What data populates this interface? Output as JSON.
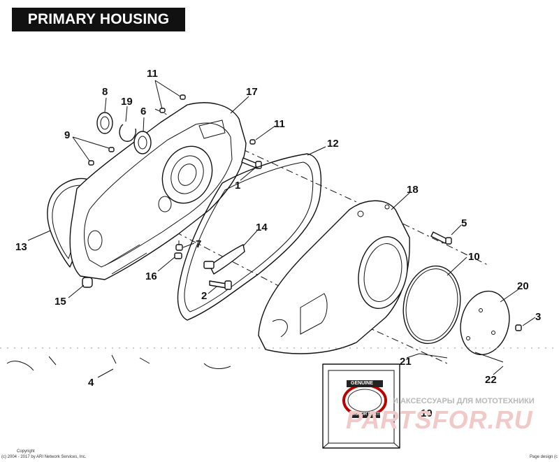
{
  "title": "PRIMARY HOUSING",
  "callouts": {
    "c1": "1",
    "c2": "2",
    "c3": "3",
    "c4": "4",
    "c5": "5",
    "c6": "6",
    "c7": "7",
    "c8": "8",
    "c9": "9",
    "c10a": "10",
    "c10b": "10",
    "c11a": "11",
    "c11b": "11",
    "c12": "12",
    "c13": "13",
    "c14": "14",
    "c15": "15",
    "c16": "16",
    "c17": "17",
    "c18": "18",
    "c19": "19",
    "c20": "20",
    "c21": "21",
    "c22": "22"
  },
  "badge": {
    "top": "GENUINE",
    "bottom": "MOTOR PARTS"
  },
  "watermark": {
    "text": "И АКСЕССУАРЫ ДЛЯ МОТОТЕХНИКИ",
    "logo": "PARTSFOR.RU"
  },
  "footer": {
    "copyright_label": "Copyright",
    "copyright_line": "(c) 2004 - 2017 by ARI Network Services, Inc.",
    "page_design": "Page design (c"
  },
  "colors": {
    "ink": "#111111",
    "title_bg": "#111111",
    "title_fg": "#ffffff",
    "watermark_red": "#e08a8a"
  }
}
